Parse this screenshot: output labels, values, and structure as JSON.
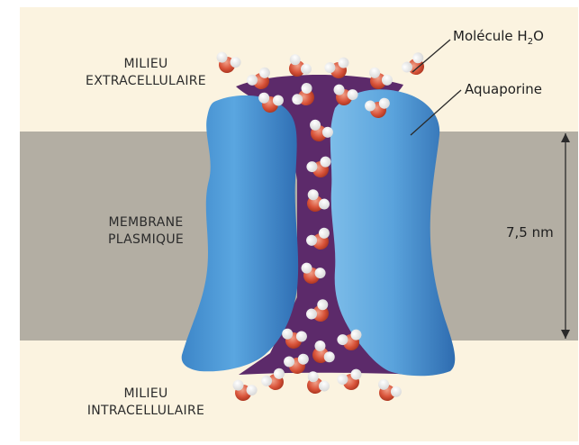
{
  "labels": {
    "extracellular": [
      "MILIEU",
      "EXTRACELLULAIRE"
    ],
    "membrane": [
      "MEMBRANE",
      "PLASMIQUE"
    ],
    "intracellular": [
      "MILIEU",
      "INTRACELLULAIRE"
    ]
  },
  "callouts": {
    "molecule_prefix": "Molécule H",
    "molecule_subscript": "2",
    "molecule_suffix": "O",
    "aquaporin": "Aquaporine"
  },
  "measurement": {
    "thickness": "7,5 nm"
  },
  "colors": {
    "background_outside": "#fbf3e0",
    "membrane": "#b3aea3",
    "channel_blue": "#4a9ad6",
    "pore_purple": "#5c2a6a",
    "oxygen": "#d9543a",
    "hydrogen": "#ffffff"
  }
}
